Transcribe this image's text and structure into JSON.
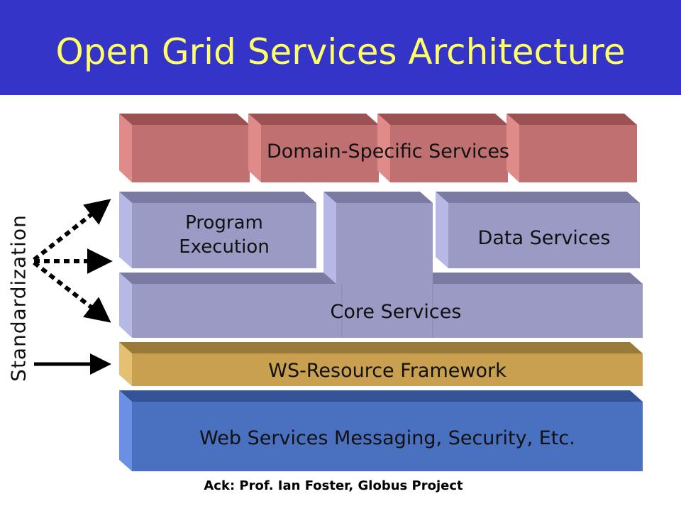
{
  "title": "Open Grid Services Architecture",
  "layers": {
    "domain": "Domain-Specific Services",
    "program": "Program\nExecution",
    "data": "Data Services",
    "core": "Core Services",
    "wsrf": "WS-Resource Framework",
    "messaging": "Web Services Messaging, Security, Etc."
  },
  "side_label": "Standardization",
  "acknowledgement": "Ack: Prof. Ian Foster, Globus Project",
  "colors": {
    "header": "#3434c8",
    "title": "#ffff66",
    "domain": "#c07070",
    "services": "#9a9ac4",
    "wsrf": "#c8a050",
    "messaging": "#4a70c0"
  }
}
